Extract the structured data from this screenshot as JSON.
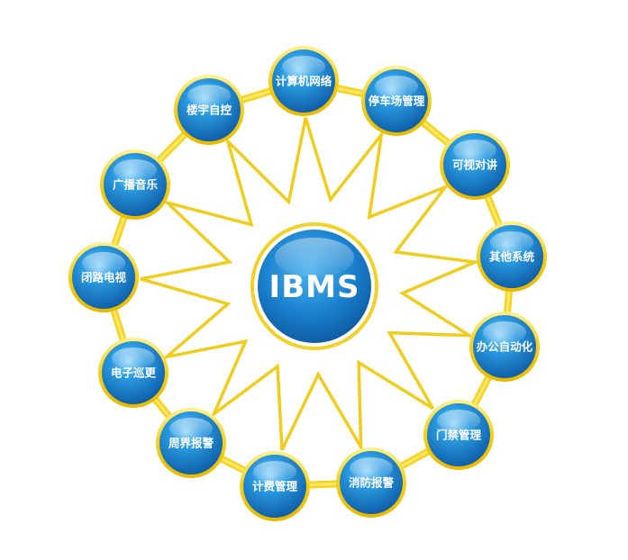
{
  "center": {
    "label": "IBMS"
  },
  "nodes": [
    {
      "label": "计算机网络"
    },
    {
      "label": "停车场管理"
    },
    {
      "label": "可视对讲"
    },
    {
      "label": "其他系统"
    },
    {
      "label": "办公自动化"
    },
    {
      "label": "门禁管理"
    },
    {
      "label": "消防报警"
    },
    {
      "label": "计费管理"
    },
    {
      "label": "周界报警"
    },
    {
      "label": "电子巡更"
    },
    {
      "label": "闭路电视"
    },
    {
      "label": "广播音乐"
    },
    {
      "label": "楼宇自控"
    }
  ],
  "colors": {
    "ring": "#f7d21e",
    "ring_light": "#ffe96a",
    "node_fill": "#1f8fd6",
    "node_fill_dark": "#0d5fa8",
    "node_highlight": "#7cc8f5",
    "star": "#f0cd1c",
    "label": "#ffffff"
  }
}
